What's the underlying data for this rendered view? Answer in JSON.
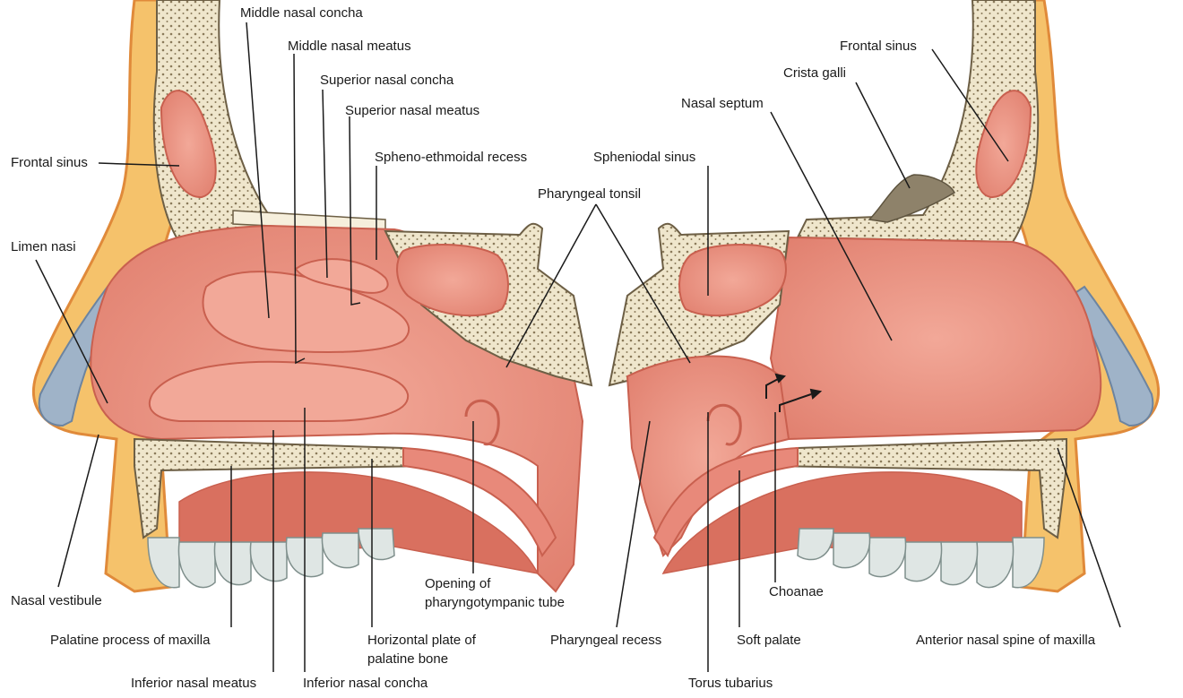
{
  "labels": {
    "middle_nasal_concha": "Middle nasal concha",
    "middle_nasal_meatus": "Middle nasal meatus",
    "superior_nasal_concha": "Superior nasal concha",
    "superior_nasal_meatus": "Superior nasal meatus",
    "spheno_ethmoidal_recess": "Spheno-ethmoidal recess",
    "frontal_sinus_left": "Frontal sinus",
    "limen_nasi": "Limen nasi",
    "pharyngeal_tonsil": "Pharyngeal tonsil",
    "sphenoidal_sinus": "Spheniodal sinus",
    "nasal_septum": "Nasal septum",
    "crista_galli": "Crista galli",
    "frontal_sinus_right": "Frontal sinus",
    "nasal_vestibule": "Nasal vestibule",
    "palatine_process": "Palatine process of maxilla",
    "inferior_nasal_meatus": "Inferior nasal meatus",
    "inferior_nasal_concha": "Inferior nasal concha",
    "horizontal_plate_line1": "Horizontal plate of",
    "horizontal_plate_line2": "palatine bone",
    "opening_tube_line1": "Opening of",
    "opening_tube_line2": "pharyngotympanic tube",
    "pharyngeal_recess": "Pharyngeal recess",
    "torus_tubarius": "Torus tubarius",
    "soft_palate": "Soft palate",
    "choanae": "Choanae",
    "anterior_nasal_spine": "Anterior nasal spine of maxilla"
  },
  "colors": {
    "mucosa": "#e8897a",
    "mucosa_light": "#f2a898",
    "mucosa_dark": "#c9604f",
    "bone": "#efe6cc",
    "bone_dots": "#8a7a5a",
    "skin": "#f5c26b",
    "skin_dark": "#e08a3a",
    "cartilage": "#9fb3c8",
    "tooth": "#dfe6e4",
    "crista": "#8e826a",
    "line": "#1a1a1a"
  }
}
